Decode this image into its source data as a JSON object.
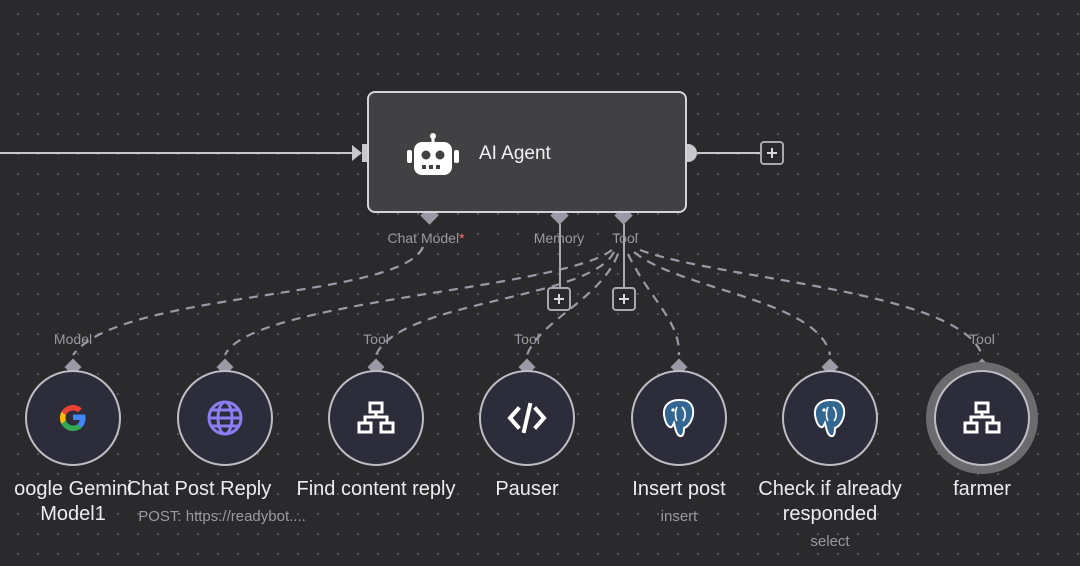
{
  "agent": {
    "title": "AI Agent",
    "icon": "robot-icon"
  },
  "ports": {
    "chat_model": "Chat Model",
    "chat_model_required": "*",
    "memory": "Memory",
    "tool": "Tool"
  },
  "nodes": [
    {
      "name": "oogle Gemini",
      "name2": "Model1",
      "sub": "",
      "conn_label": "Model",
      "icon": "google-icon"
    },
    {
      "name": "Chat Post Reply",
      "name2": "",
      "sub": "POST: https://readybot....",
      "conn_label": "",
      "icon": "globe-icon"
    },
    {
      "name": "Find content reply",
      "name2": "",
      "sub": "",
      "conn_label": "Tool",
      "icon": "sitemap-icon"
    },
    {
      "name": "Pauser",
      "name2": "",
      "sub": "",
      "conn_label": "Tool",
      "icon": "code-icon"
    },
    {
      "name": "Insert post",
      "name2": "",
      "sub": "insert",
      "conn_label": "",
      "icon": "postgres-icon"
    },
    {
      "name": "Check if already",
      "name2": "responded",
      "sub": "select",
      "conn_label": "",
      "icon": "postgres-icon"
    },
    {
      "name": "farmer",
      "name2": "",
      "sub": "",
      "conn_label": "Tool",
      "icon": "sitemap-icon"
    }
  ],
  "colors": {
    "canvas": "#2a2a2c",
    "node_fill": "#2c2c3a",
    "agent_fill": "#414143",
    "connector": "#9a9aa6",
    "required": "#ff6d6d",
    "globe": "#8a7ef0"
  }
}
